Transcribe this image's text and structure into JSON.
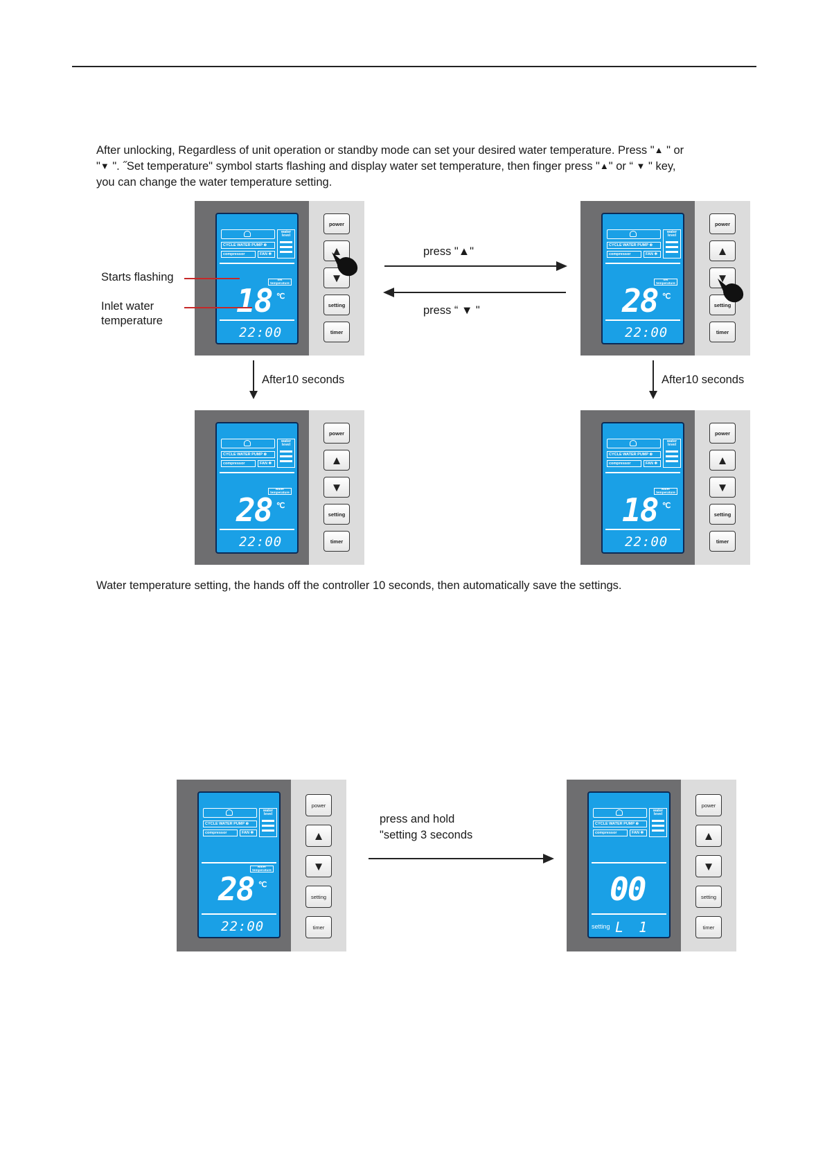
{
  "intro": {
    "line1_a": "After unlocking, Regardless of unit operation or standby mode can set your desired water temperature. Press \"",
    "line1_b": " \"  or",
    "line2_a": "\"",
    "line2_b": " \". ˝Set temperature\" symbol starts flashing and display water set temperature, then finger press \"",
    "line2_c": "\" or “ ",
    "line2_d": " \" key,",
    "line3": "you can change the water temperature setting.",
    "up_symbol": "▲",
    "down_symbol": "▼"
  },
  "annotations": {
    "starts_flashing": "Starts flashing",
    "inlet_water_1": "Inlet water",
    "inlet_water_2": "temperature",
    "press_up": "press \"▲\"",
    "press_down": "press “ ▼ \"",
    "after_left": "After10 seconds",
    "after_right": "After10 seconds",
    "press_hold_1": "press and hold",
    "press_hold_2": "\"setting   3 seconds"
  },
  "outro": "Water temperature setting, the hands off the controller 10 seconds, then automatically save the settings.",
  "screen_common": {
    "water_level": "water level",
    "cycle_pump": "CYCLE WATER PUMP ⊛",
    "compressor": "compressor",
    "fan": "FAN ✻",
    "unit": "℃",
    "time": "22:00"
  },
  "controllers": [
    {
      "temp": "18",
      "label": "set temperature"
    },
    {
      "temp": "28",
      "label": "set temperature"
    },
    {
      "temp": "28",
      "label": "water temperature"
    },
    {
      "temp": "18",
      "label": "water temperature"
    },
    {
      "temp": "28",
      "label": "water temperature"
    },
    {
      "temp": "00",
      "label": "",
      "setting_label": "setting",
      "code": "L 1"
    }
  ],
  "buttons": {
    "power": "power",
    "up": "▲",
    "down": "▼",
    "setting": "setting",
    "timer": "timer"
  }
}
